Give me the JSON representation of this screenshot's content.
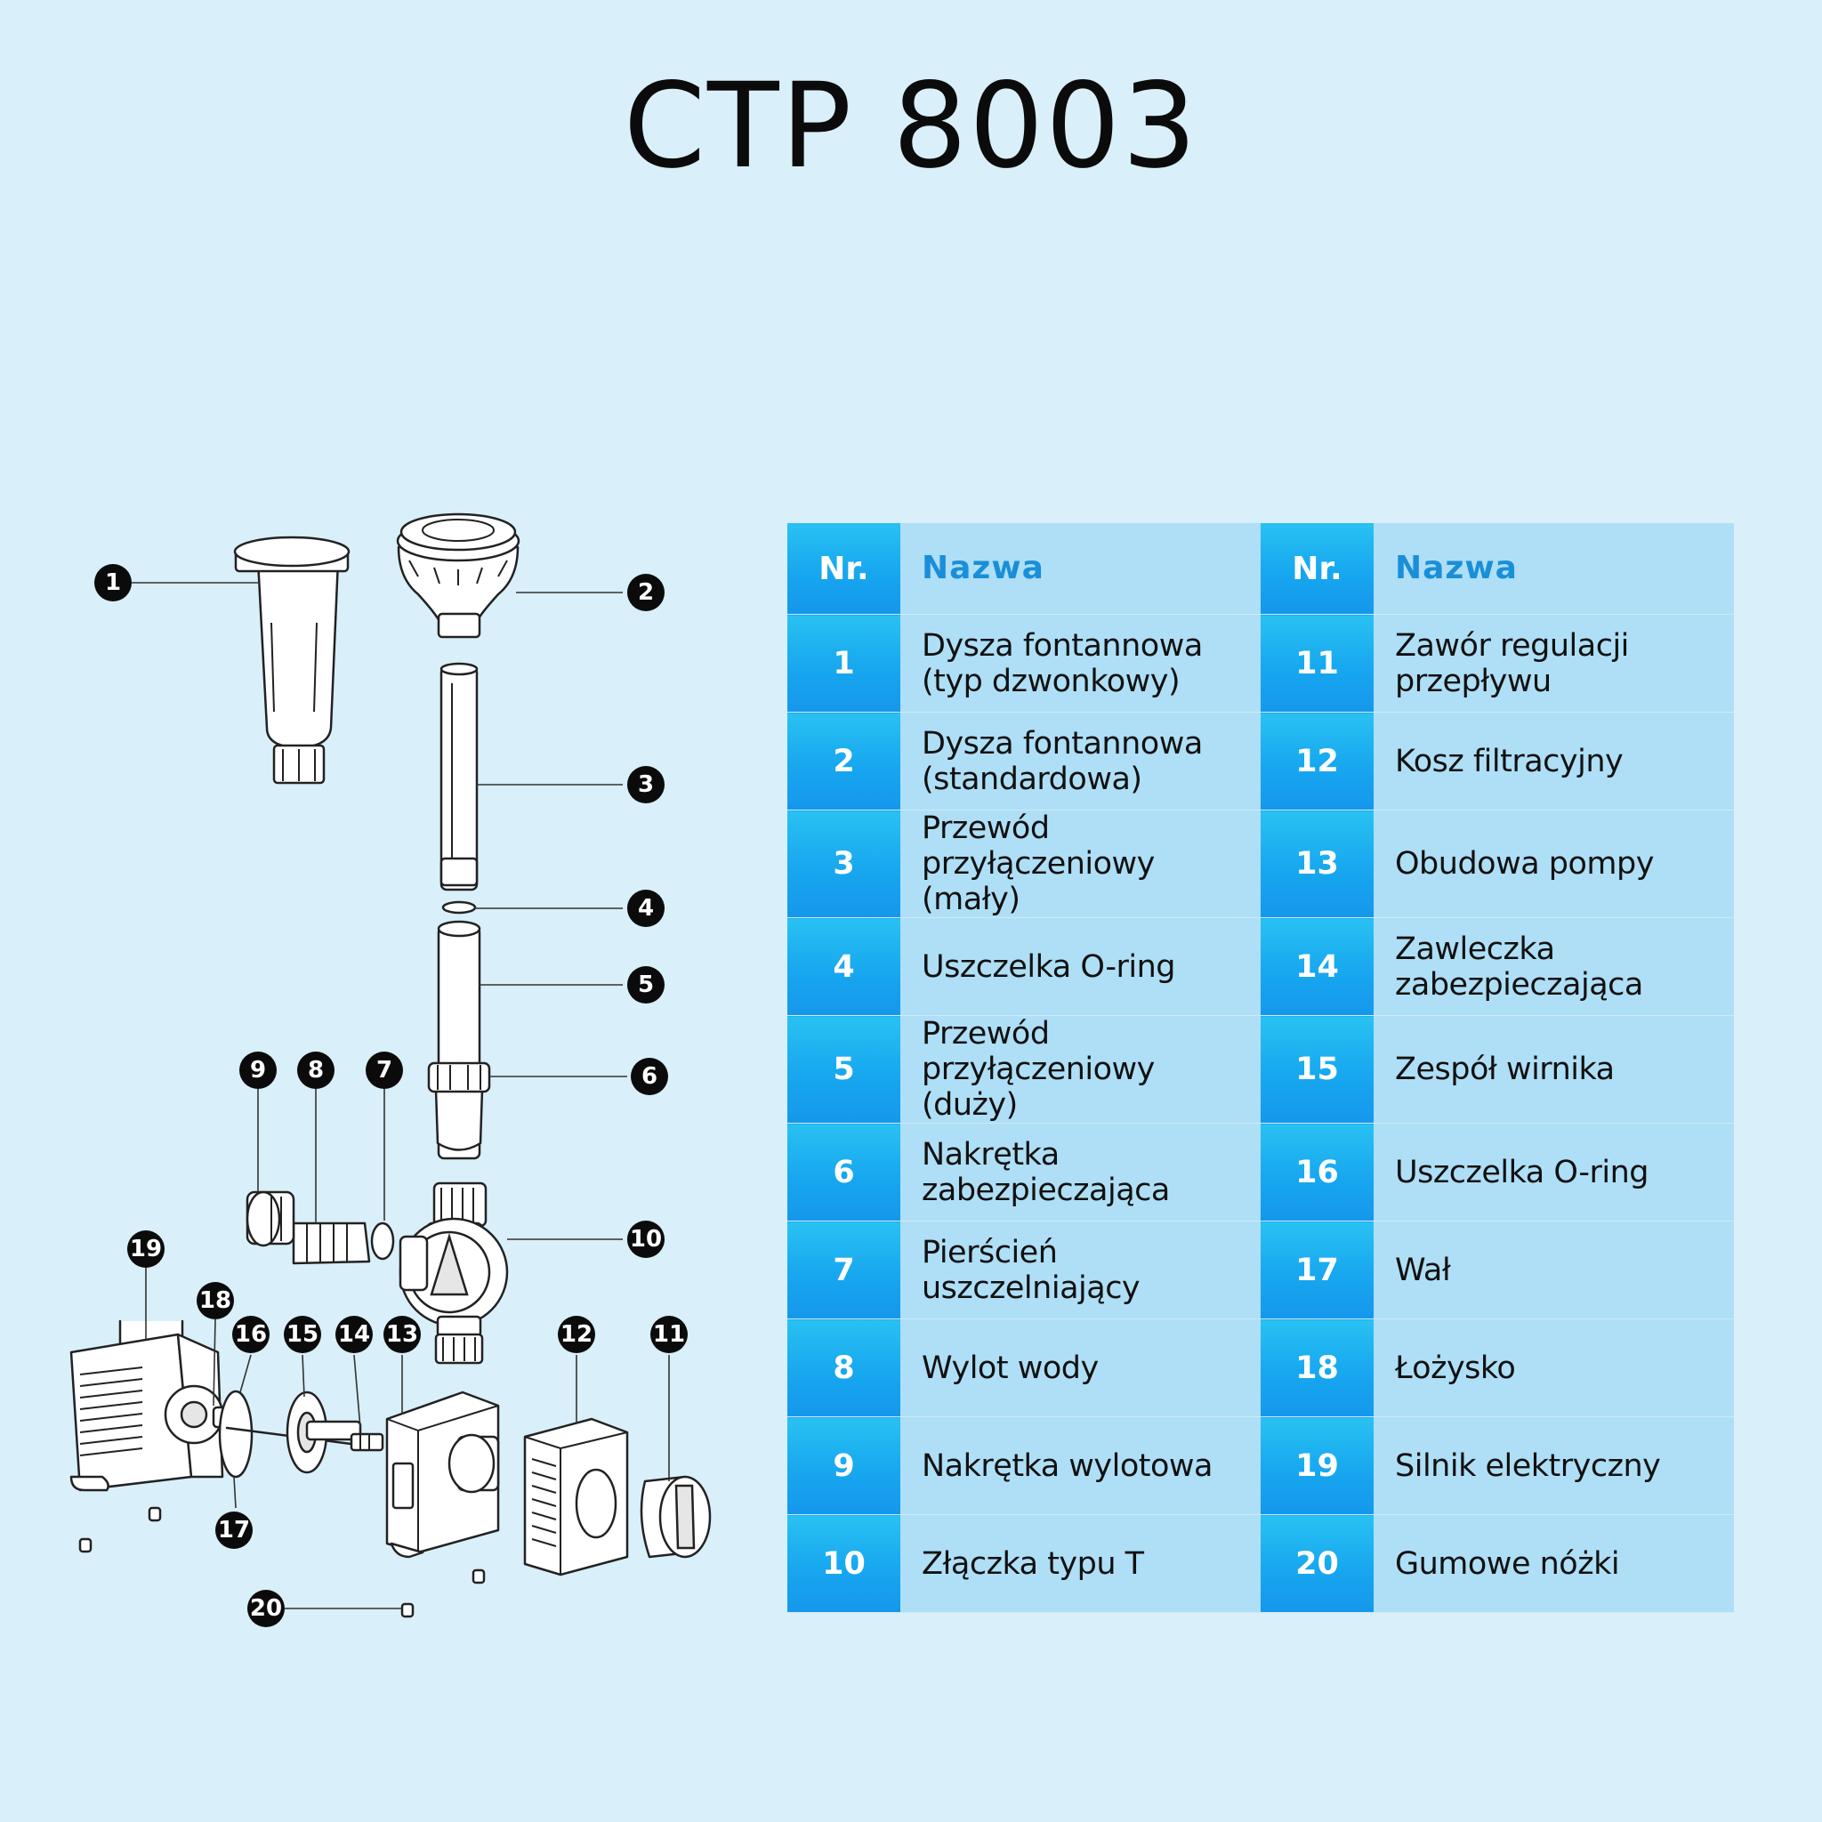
{
  "title": "CTP 8003",
  "table": {
    "header": {
      "nr": "Nr.",
      "name": "Nazwa"
    },
    "rows": [
      {
        "left": {
          "nr": "1",
          "line1": "Dysza fontannowa",
          "line2": "(typ dzwonkowy)"
        },
        "right": {
          "nr": "11",
          "line1": "Zawór regulacji",
          "line2": "przepływu"
        }
      },
      {
        "left": {
          "nr": "2",
          "line1": "Dysza fontannowa",
          "line2": "(standardowa)"
        },
        "right": {
          "nr": "12",
          "line1": "Kosz filtracyjny",
          "line2": ""
        }
      },
      {
        "left": {
          "nr": "3",
          "line1": "Przewód przyłączeniowy",
          "line2": "(mały)"
        },
        "right": {
          "nr": "13",
          "line1": "Obudowa pompy",
          "line2": ""
        }
      },
      {
        "left": {
          "nr": "4",
          "line1": "Uszczelka O-ring",
          "line2": ""
        },
        "right": {
          "nr": "14",
          "line1": "Zawleczka",
          "line2": "zabezpieczająca"
        }
      },
      {
        "left": {
          "nr": "5",
          "line1": "Przewód przyłączeniowy",
          "line2": "(duży)"
        },
        "right": {
          "nr": "15",
          "line1": "Zespół wirnika",
          "line2": ""
        }
      },
      {
        "left": {
          "nr": "6",
          "line1": "Nakrętka",
          "line2": "zabezpieczająca"
        },
        "right": {
          "nr": "16",
          "line1": "Uszczelka O-ring",
          "line2": ""
        }
      },
      {
        "left": {
          "nr": "7",
          "line1": "Pierścień uszczelniający",
          "line2": ""
        },
        "right": {
          "nr": "17",
          "line1": "Wał",
          "line2": ""
        }
      },
      {
        "left": {
          "nr": "8",
          "line1": "Wylot wody",
          "line2": ""
        },
        "right": {
          "nr": "18",
          "line1": "Łożysko",
          "line2": ""
        }
      },
      {
        "left": {
          "nr": "9",
          "line1": "Nakrętka wylotowa",
          "line2": ""
        },
        "right": {
          "nr": "19",
          "line1": "Silnik elektryczny",
          "line2": ""
        }
      },
      {
        "left": {
          "nr": "10",
          "line1": "Złączka typu T",
          "line2": ""
        },
        "right": {
          "nr": "20",
          "line1": "Gumowe nóżki",
          "line2": ""
        }
      }
    ]
  },
  "callouts": [
    "1",
    "2",
    "3",
    "4",
    "5",
    "6",
    "7",
    "8",
    "9",
    "10",
    "11",
    "12",
    "13",
    "14",
    "15",
    "16",
    "17",
    "18",
    "19",
    "20"
  ],
  "colors": {
    "background": "#d9eff9",
    "number_column": "#1ba9ef",
    "name_column": "#aedff6",
    "header_name_text": "#1a8fd8",
    "callout": "#0b0b0b"
  }
}
